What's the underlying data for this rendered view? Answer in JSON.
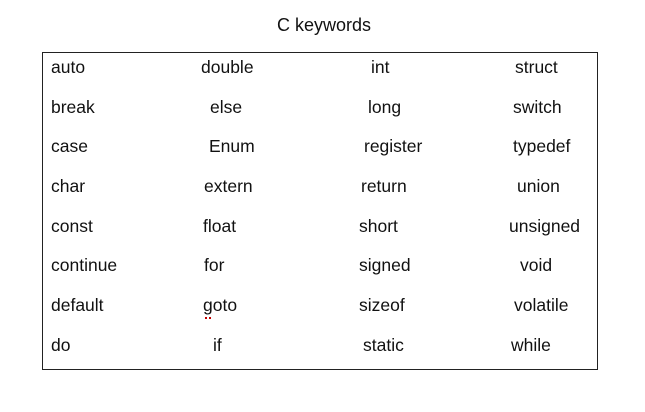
{
  "title": "C keywords",
  "keywords": [
    [
      "auto",
      "double",
      "int",
      "struct"
    ],
    [
      "break",
      "else",
      "long",
      "switch"
    ],
    [
      "case",
      "Enum",
      "register",
      "typedef"
    ],
    [
      "char",
      "extern",
      "return",
      "union"
    ],
    [
      "const",
      "float",
      "short",
      "unsigned"
    ],
    [
      "continue",
      "for",
      "signed",
      "void"
    ],
    [
      "default",
      "goto",
      "sizeof",
      "volatile"
    ],
    [
      "do",
      "if",
      "static",
      "while"
    ]
  ]
}
